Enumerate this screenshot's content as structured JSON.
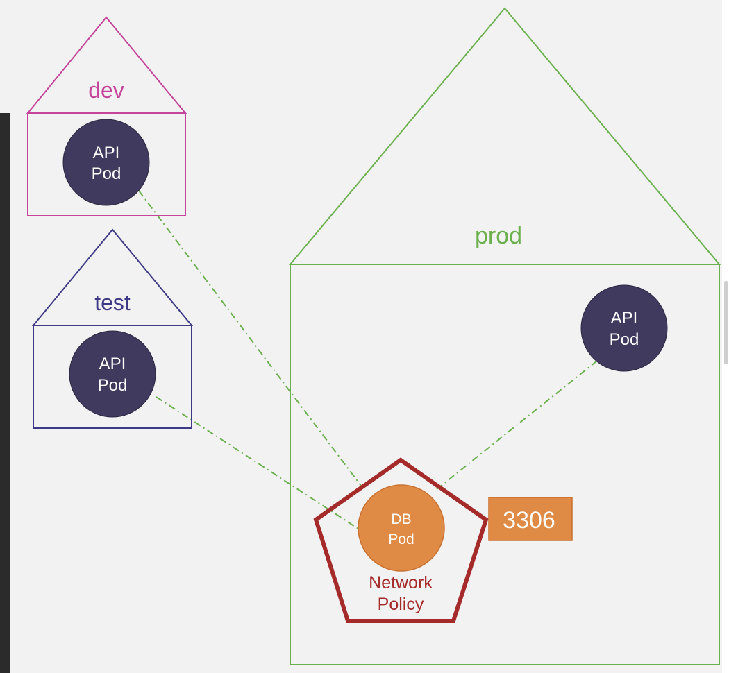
{
  "namespaces": {
    "dev": {
      "label": "dev",
      "color": "#c4459a"
    },
    "test": {
      "label": "test",
      "color": "#3f3a86"
    },
    "prod": {
      "label": "prod",
      "color": "#6ab04c"
    }
  },
  "pods": {
    "dev_api": {
      "line1": "API",
      "line2": "Pod"
    },
    "test_api": {
      "line1": "API",
      "line2": "Pod"
    },
    "prod_api": {
      "line1": "API",
      "line2": "Pod"
    },
    "db": {
      "line1": "DB",
      "line2": "Pod"
    }
  },
  "network_policy": {
    "line1": "Network",
    "line2": "Policy",
    "color": "#a52a2a"
  },
  "port": {
    "value": "3306",
    "color": "#e08b45"
  },
  "colors": {
    "api_pod": "#3f3a5e",
    "db_pod": "#e08b45",
    "connection": "#6ab04c"
  }
}
